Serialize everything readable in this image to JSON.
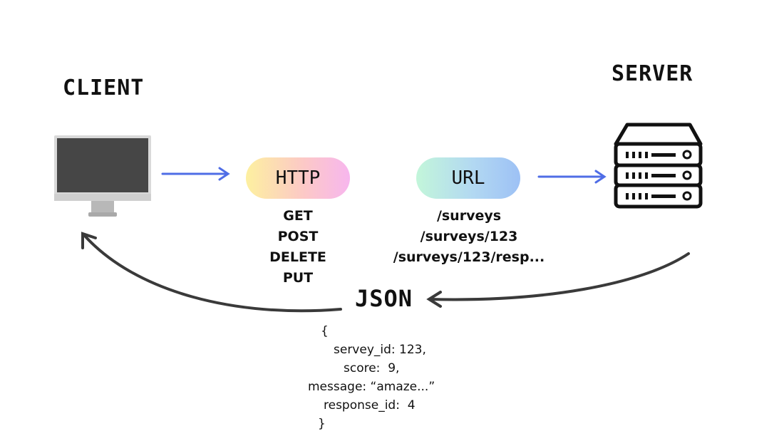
{
  "client": {
    "label": "CLIENT",
    "icon": "monitor-icon"
  },
  "server": {
    "label": "SERVER",
    "icon": "server-rack-icon"
  },
  "http": {
    "label": "HTTP",
    "methods": [
      "GET",
      "POST",
      "DELETE",
      "PUT"
    ]
  },
  "url": {
    "label": "URL",
    "paths": [
      "/surveys",
      "/surveys/123",
      "/surveys/123/resp..."
    ]
  },
  "json": {
    "label": "JSON",
    "lines": [
      "{",
      "servey_id: 123,",
      "score:  9,",
      "message: “amaze...”",
      "response_id:  4",
      "}"
    ]
  },
  "colors": {
    "arrow": "#4f6de6",
    "curve": "#3a3a3a"
  }
}
